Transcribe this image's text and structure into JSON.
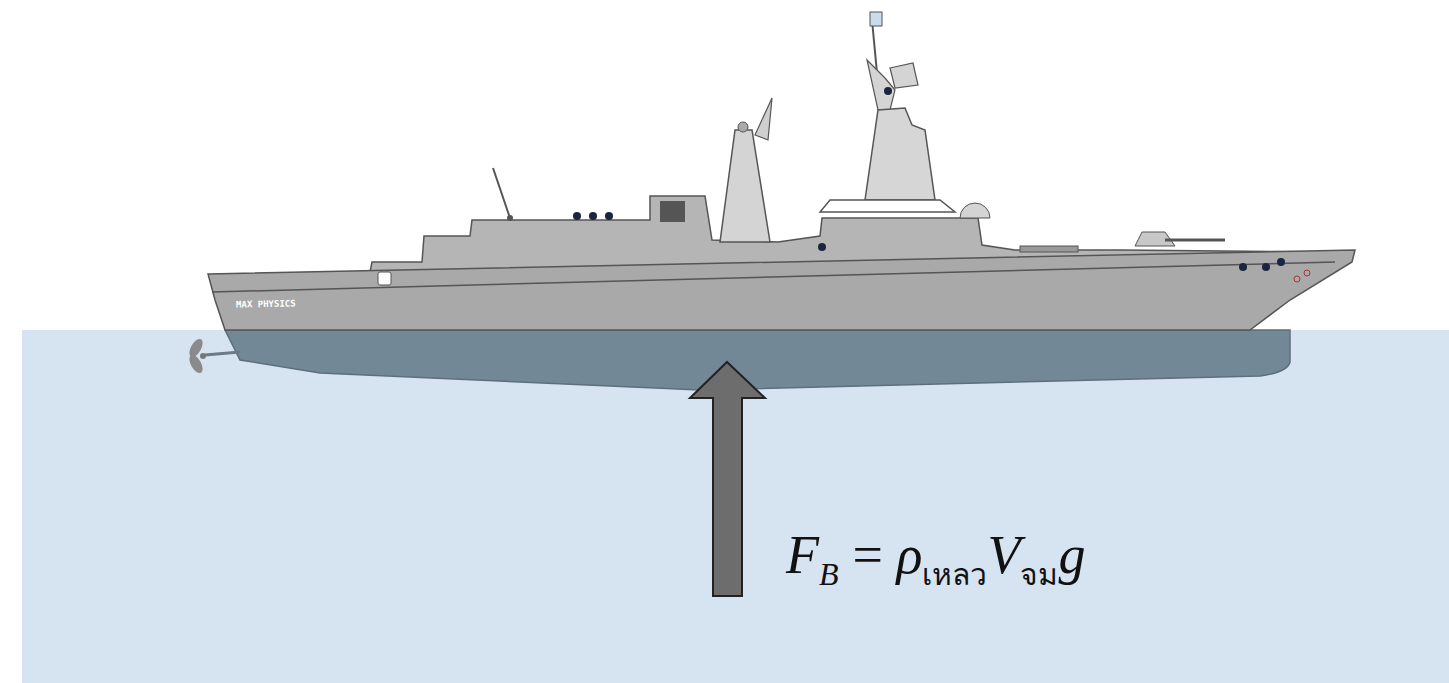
{
  "diagram": {
    "labels": [
      "MAX PHYSICS",
      "F",
      "B",
      "= ",
      "ρ",
      "เหลว",
      "V",
      "จม",
      "g"
    ]
  }
}
